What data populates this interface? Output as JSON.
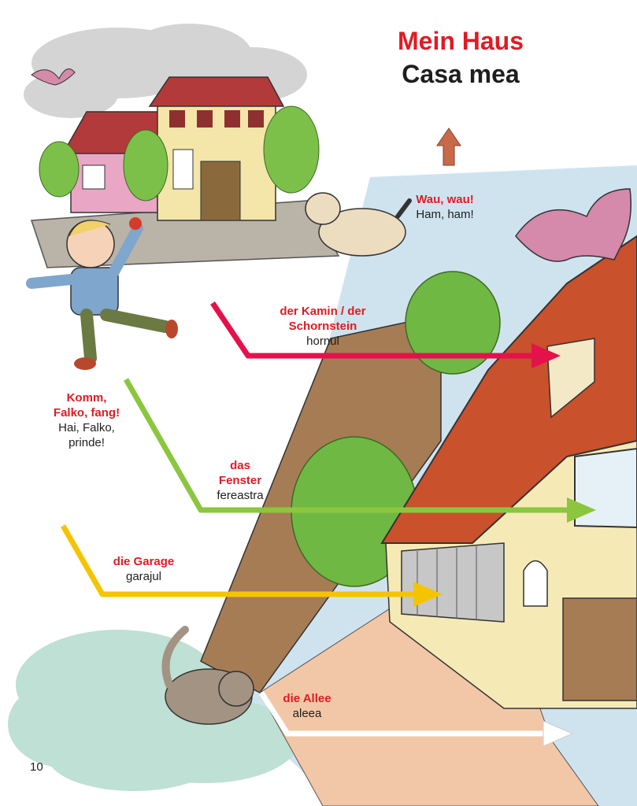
{
  "title": {
    "german": "Mein Haus",
    "romanian": "Casa mea"
  },
  "labels": {
    "dog": {
      "german": "Wau, wau!",
      "romanian": "Ham, ham!"
    },
    "chimney": {
      "german_line1": "der Kamin / der",
      "german_line2": "Schornstein",
      "romanian": "hornul"
    },
    "boy": {
      "german_line1": "Komm,",
      "german_line2": "Falko, fang!",
      "romanian_line1": "Hai, Falko,",
      "romanian_line2": "prinde!"
    },
    "window": {
      "german_line1": "das",
      "german_line2": "Fenster",
      "romanian": "fereastra"
    },
    "garage": {
      "german": "die Garage",
      "romanian": "garajul"
    },
    "driveway": {
      "german": "die Allee",
      "romanian": "aleea"
    }
  },
  "page_number": "10",
  "colors": {
    "title_red": "#e01b24",
    "chimney_arrow": "#e3124b",
    "window_arrow": "#8cc63f",
    "garage_arrow": "#f5c400",
    "driveway_arrow": "#ffffff",
    "sky": "#cfe3ef",
    "roof": "#c9512c",
    "wall": "#f5eab6"
  }
}
